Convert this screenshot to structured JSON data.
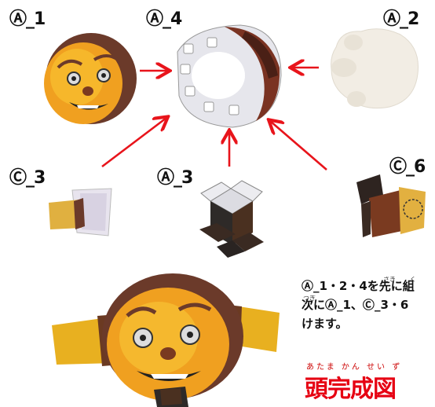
{
  "labels": {
    "a1": "Ⓐ_1",
    "a4": "Ⓐ_4",
    "a2": "Ⓐ_2",
    "c3": "Ⓒ_3",
    "a3": "Ⓐ_3",
    "c6": "Ⓒ_6"
  },
  "instructions": {
    "line1": "Ⓐ_1・2・4を先に組",
    "line1_ruby_saki": "さき",
    "line1_ruby_ku": "く",
    "line2": "次にⒶ_1、Ⓒ_3・6",
    "line2_ruby_tsugi": "つぎ",
    "line3": "けます。"
  },
  "completed": {
    "furigana": "あたま かん せい ず",
    "title": "頭完成図"
  },
  "colors": {
    "arrow": "#e8141b",
    "title": "#e60012"
  }
}
